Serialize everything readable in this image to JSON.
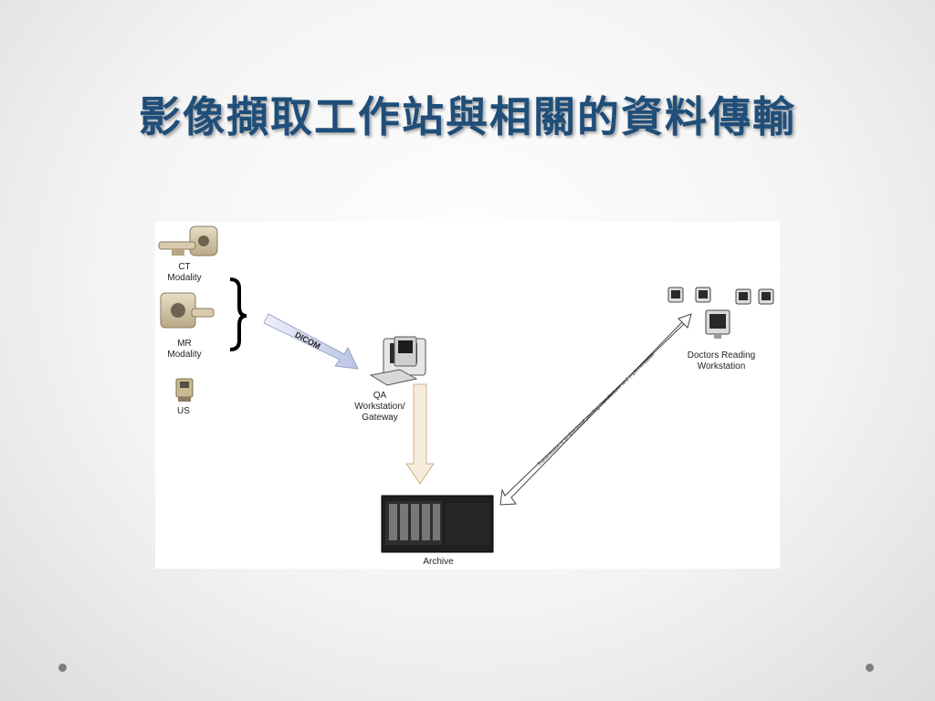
{
  "slide": {
    "title": "影像擷取工作站與相關的資料傳輸"
  },
  "diagram": {
    "modalities": [
      {
        "line1": "CT",
        "line2": "Modality"
      },
      {
        "line1": "MR",
        "line2": "Modality"
      },
      {
        "line1": "US",
        "line2": ""
      }
    ],
    "dicom_label": "DICOM",
    "qa_workstation": {
      "line1": "QA",
      "line2": "Workstation/",
      "line3": "Gateway"
    },
    "archive_label": "Archive",
    "doctors": {
      "line1": "Doctors Reading",
      "line2": "Workstation"
    },
    "transmission_note": "Transmission is bi-directional pending manufacturer and implementation"
  },
  "colors": {
    "title": "#1f4e79",
    "dicom_arrow": "#c9d2ec",
    "down_arrow": "#f3e7d3"
  }
}
